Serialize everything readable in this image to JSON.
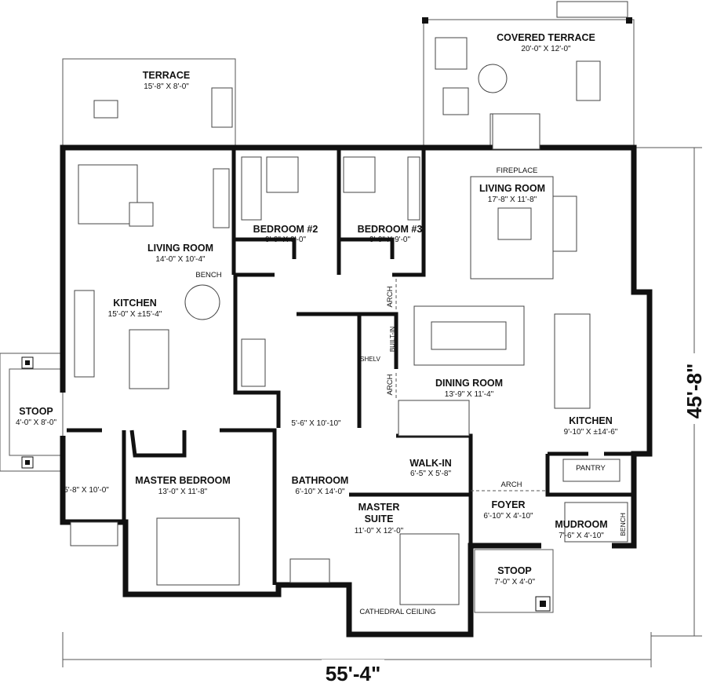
{
  "rooms": {
    "terrace": {
      "name": "TERRACE",
      "size": "15'-8\" X 8'-0\""
    },
    "covered_terrace": {
      "name": "COVERED TERRACE",
      "size": "20'-0\" X 12'-0\""
    },
    "living_room_left": {
      "name": "LIVING ROOM",
      "size": "14'-0\" X 10'-4\""
    },
    "kitchen_left": {
      "name": "KITCHEN",
      "size": "15'-0\" X ±15'-4\""
    },
    "bedroom2": {
      "name": "BEDROOM #2",
      "size": "9'-0\" X 9'-0\""
    },
    "bedroom3": {
      "name": "BEDROOM #3",
      "size": "9'-0\" X 9'-0\""
    },
    "living_room_right": {
      "name": "LIVING ROOM",
      "size": "17'-8\" X 11'-8\""
    },
    "dining_room": {
      "name": "DINING ROOM",
      "size": "13'-9\" X 11'-4\""
    },
    "kitchen_right": {
      "name": "KITCHEN",
      "size": "9'-10\" X ±14'-6\""
    },
    "stoop_left": {
      "name": "STOOP",
      "size": "4'-0\" X 8'-0\""
    },
    "bath_hall": {
      "size": "5'-6\" X 10'-10\""
    },
    "walk_in": {
      "name": "WALK-IN",
      "size": "6'-5\" X 5'-8\""
    },
    "foyer": {
      "name": "FOYER",
      "size": "6'-10\" X 4'-10\""
    },
    "mudroom": {
      "name": "MUDROOM",
      "size": "7'-6\" X 4'-10\""
    },
    "master_bedroom": {
      "name": "MASTER BEDROOM",
      "size": "13'-0\" X 11'-8\""
    },
    "bathroom": {
      "name": "BATHROOM",
      "size": "6'-10\" X 14'-0\""
    },
    "master_bath": {
      "size": "5'-8\" X 10'-0\""
    },
    "master_suite": {
      "name_line1": "MASTER",
      "name_line2": "SUITE",
      "size": "11'-0\" X 12'-0\""
    },
    "stoop_front": {
      "name": "STOOP",
      "size": "7'-0\" X 4'-0\""
    }
  },
  "notes": {
    "bench_kitchen": "BENCH",
    "fireplace": "FIREPLACE",
    "arch_top": "ARCH",
    "arch_bottom": "ARCH",
    "built_in": "BUILT-IN",
    "shelv": "SHELV",
    "pantry": "PANTRY",
    "arch_foyer": "ARCH",
    "bench_mudroom": "BENCH",
    "cathedral_ceiling": "CATHEDRAL CEILING"
  },
  "dimensions": {
    "width": "55'-4\"",
    "depth": "45'-8\""
  }
}
